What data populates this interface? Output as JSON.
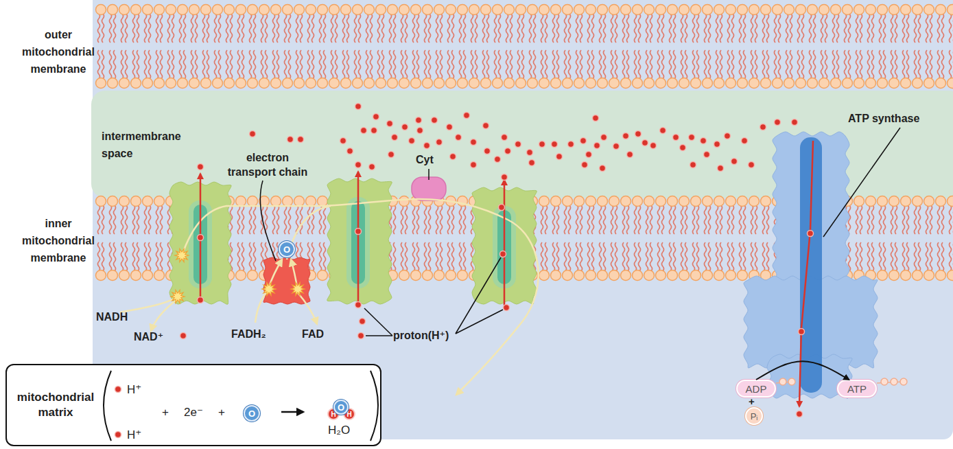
{
  "diagram": {
    "nodes": [
      {
        "text": [
          "O"
        ]
      },
      {
        "text": [
          "mitochondrial matrix",
          "H⁺",
          "H⁺",
          "+",
          "2e⁻",
          "+",
          "H₂O"
        ]
      },
      {
        "text": [
          "O"
        ],
        "in": 1
      },
      {
        "text": [
          "H"
        ],
        "in": 1
      },
      {
        "text": [
          "O"
        ],
        "in": 1
      },
      {
        "text": [
          "H"
        ],
        "in": 1
      },
      {
        "text": [
          "ADP"
        ]
      },
      {
        "text": [
          "ATP"
        ]
      },
      {
        "text": [
          "Pᵢ"
        ]
      }
    ],
    "edges": [
      {
        "from": 6,
        "to": 7,
        "arrow": "to"
      }
    ],
    "labels": [
      "outer mitochondrial membrane",
      "intermembrane space",
      "inner mitochondrial membrane",
      "electron transport chain",
      "Cyt",
      "ATP synthase",
      "NADH",
      "NAD⁺",
      "FADH₂",
      "FAD",
      "proton(H⁺)",
      "+"
    ]
  }
}
